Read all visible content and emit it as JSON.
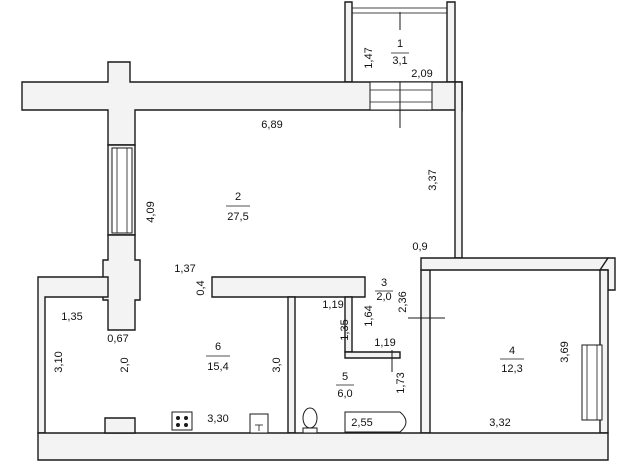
{
  "rooms": [
    {
      "number": "1",
      "area": "3,1"
    },
    {
      "number": "2",
      "area": "27,5"
    },
    {
      "number": "3",
      "area": "2,0"
    },
    {
      "number": "4",
      "area": "12,3"
    },
    {
      "number": "5",
      "area": "6,0"
    },
    {
      "number": "6",
      "area": "15,4"
    }
  ],
  "dimensions": {
    "d_1_47": "1,47",
    "d_2_09": "2,09",
    "d_6_89": "6,89",
    "d_3_37": "3,37",
    "d_4_09": "4,09",
    "d_0_9": "0,9",
    "d_1_37": "1,37",
    "d_0_4": "0,4",
    "d_2_36": "2,36",
    "d_1_64": "1,64",
    "d_1_19a": "1,19",
    "d_1_35a": "1,35",
    "d_1_35b": "1,35",
    "d_1_19b": "1,19",
    "d_0_67": "0,67",
    "d_3_10": "3,10",
    "d_2_0": "2,0",
    "d_3_0": "3,0",
    "d_1_73": "1,73",
    "d_3_69": "3,69",
    "d_3_30": "3,30",
    "d_2_55": "2,55",
    "d_3_32": "3,32"
  }
}
